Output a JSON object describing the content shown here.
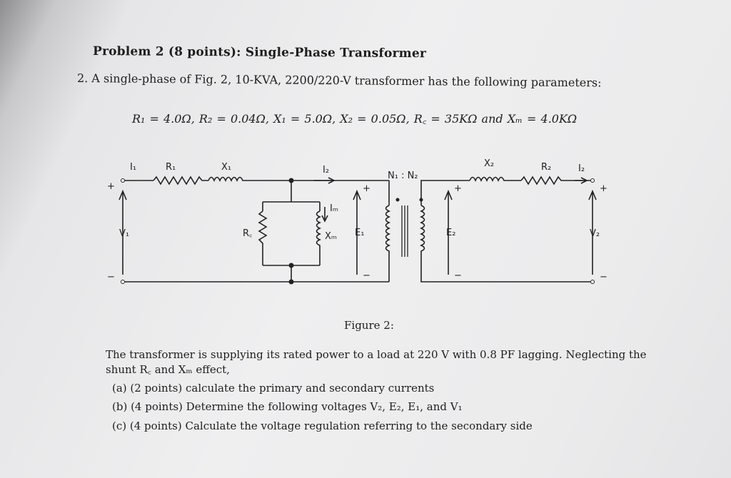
{
  "title": "Problem 2 (8 points): Single-Phase Transformer",
  "problem_statement": "2. A single-phase of Fig. 2, 10-KVA, 2200/220-V transformer has the following parameters:",
  "parameters": "R₁ = 4.0Ω,   R₂ = 0.04Ω,   X₁ = 5.0Ω,   X₂ = 0.05Ω,   R꜀ = 35KΩ  and  Xₘ = 4.0KΩ",
  "figure": {
    "caption": "Figure 2:",
    "labels": {
      "I1": "I₁",
      "R1": "R₁",
      "X1": "X₁",
      "I2_mid": "I₂",
      "ratio": "N₁ : N₂",
      "X2": "X₂",
      "R2": "R₂",
      "I2_right": "I₂",
      "V1": "V₁",
      "Rc": "R꜀",
      "Im": "Iₘ",
      "Xm": "Xₘ",
      "E1": "E₁",
      "E2": "E₂",
      "V2": "V₂",
      "plus": "+",
      "minus": "−"
    }
  },
  "body": "The transformer is supplying its rated power to a load at 220 V with 0.8 PF lagging. Neglecting the shunt R꜀ and Xₘ effect,",
  "questions": [
    "(a)  (2 points)  calculate the primary and secondary currents",
    "(b)  (4 points)  Determine the following voltages V₂, E₂, E₁, and V₁",
    "(c)  (4 points)  Calculate the voltage regulation referring to the secondary side"
  ]
}
